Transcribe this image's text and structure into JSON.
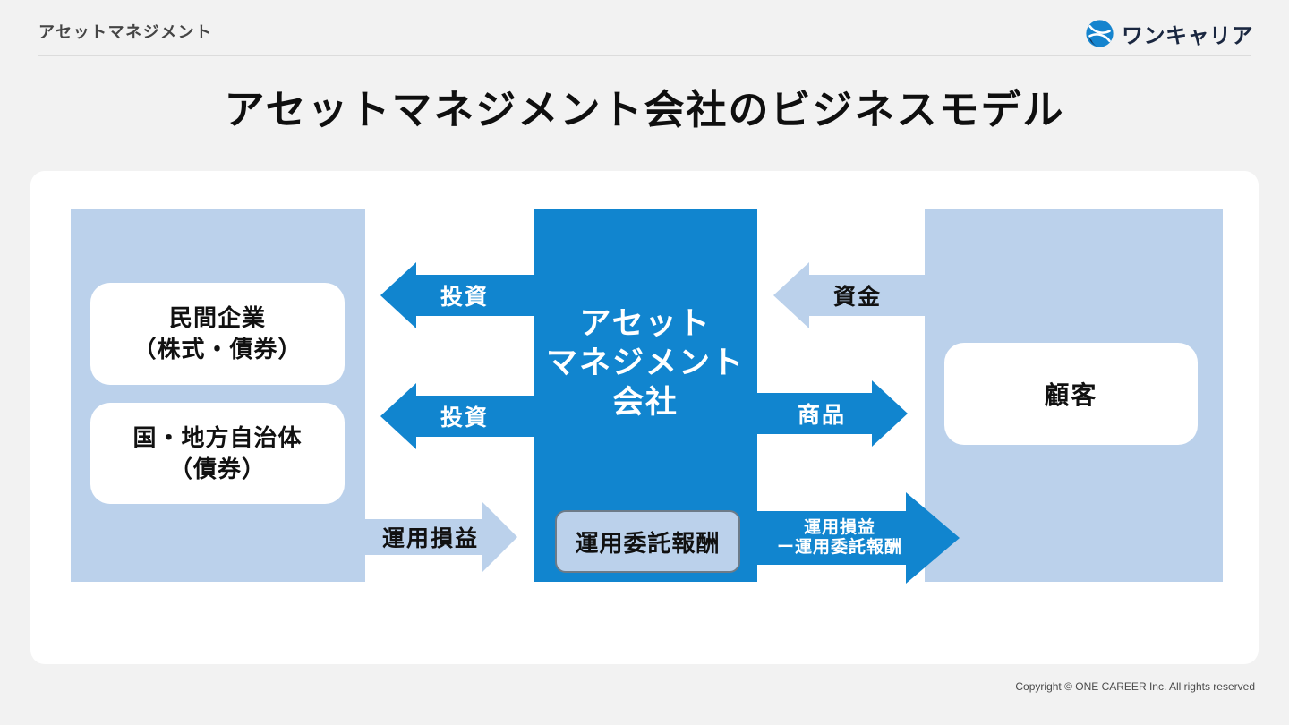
{
  "slide": {
    "eyebrow": "アセットマネジメント",
    "title": "アセットマネジメント会社のビジネスモデル",
    "copyright": "Copyright © ONE CAREER Inc. All rights reserved"
  },
  "brand": {
    "name": "ワンキャリア",
    "icon": "swirl-logo-icon",
    "icon_color": "#1584ce",
    "icon_dark_color": "#15375e",
    "text_color": "#1a2740"
  },
  "diagram": {
    "investees": {
      "cards": [
        {
          "line1": "民間企業",
          "line2": "（株式・債券）"
        },
        {
          "line1": "国・地方自治体",
          "line2": "（債券）"
        }
      ]
    },
    "company": {
      "name_line1": "アセット",
      "name_line2": "マネジメント",
      "name_line3": "会社",
      "fee_badge": "運用委託報酬"
    },
    "customers": {
      "card": "顧客"
    },
    "flows": {
      "invest_top": "投資",
      "invest_bottom": "投資",
      "funds": "資金",
      "products": "商品",
      "pnl": "運用損益",
      "pnl_minus_fee_line1": "運用損益",
      "pnl_minus_fee_line2": "ー運用委託報酬"
    },
    "colors": {
      "solid_blue": "#1185cf",
      "light_blue": "#bbd1eb",
      "panel_bg": "#ffffff",
      "page_bg": "#f2f2f2"
    }
  }
}
